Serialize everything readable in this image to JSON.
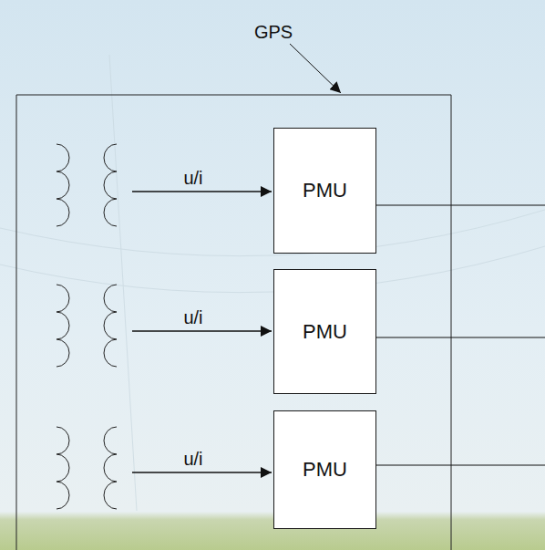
{
  "diagram": {
    "nodes": [
      {
        "text": [
          "PMU"
        ]
      },
      {
        "text": [
          "PMU"
        ]
      },
      {
        "text": [
          "PMU"
        ]
      }
    ],
    "labels": [
      "GPS",
      "u/i",
      "u/i",
      "u/i"
    ]
  }
}
